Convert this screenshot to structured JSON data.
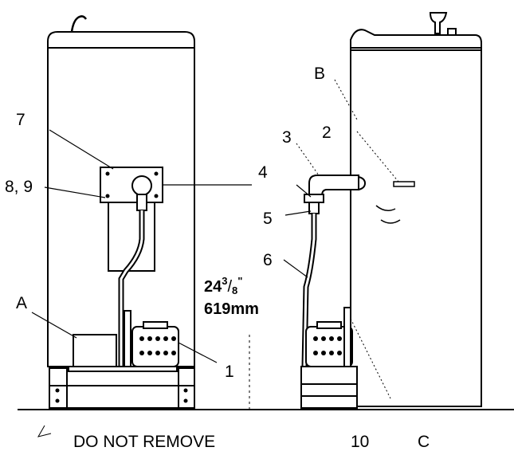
{
  "labels": {
    "part_1": "1",
    "part_2": "2",
    "part_3": "3",
    "part_4": "4",
    "part_5": "5",
    "part_6": "6",
    "part_7": "7",
    "part_8_9": "8, 9",
    "part_10": "10",
    "callout_a": "A",
    "callout_b": "B",
    "callout_c": "C",
    "do_not_remove": "DO NOT REMOVE"
  },
  "dimension": {
    "whole": "24",
    "frac_num": "3",
    "frac_slash": "/",
    "frac_den": "8",
    "inch_mark": "\"",
    "metric": "619mm"
  }
}
